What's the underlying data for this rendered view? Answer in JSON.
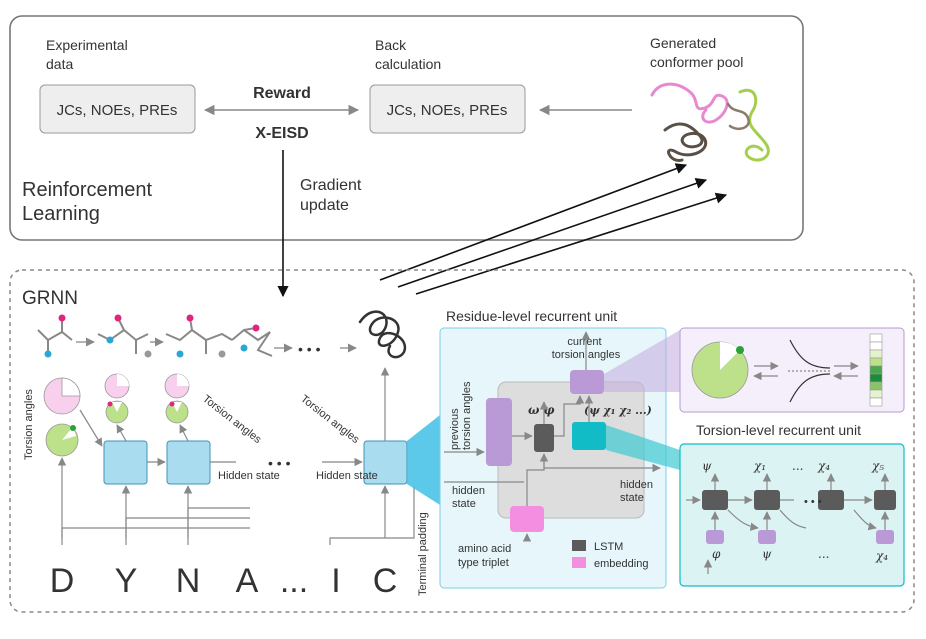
{
  "rl": {
    "title_line1": "Reinforcement",
    "title_line2": "Learning",
    "exp_label_line1": "Experimental",
    "exp_label_line2": "data",
    "back_label_line1": "Back",
    "back_label_line2": "calculation",
    "pool_label_line1": "Generated",
    "pool_label_line2": "conformer pool",
    "exp_box": "JCs, NOEs, PREs",
    "back_box": "JCs, NOEs, PREs",
    "reward": "Reward",
    "xeisd": "X-EISD",
    "gradient_line1": "Gradient",
    "gradient_line2": "update"
  },
  "grnn": {
    "title": "GRNN",
    "torsion_angles": "Torsion angles",
    "hidden_state": "Hidden state",
    "dots": "• • •",
    "terminal_padding": "Terminal padding",
    "sequence": [
      "D",
      "Y",
      "N",
      "A",
      "...",
      "I",
      "C"
    ]
  },
  "residue_unit": {
    "title": "Residue-level recurrent unit",
    "current_line1": "current",
    "current_line2": "torsion angles",
    "previous_line1": "previous",
    "previous_line2": "torsion angles",
    "omega_phi": "ω φ",
    "psi_chi": "(ψ χ₁ χ₂ ...)",
    "hidden_state_left_line1": "hidden",
    "hidden_state_left_line2": "state",
    "hidden_state_right_line1": "hidden",
    "hidden_state_right_line2": "state",
    "amino_line1": "amino acid",
    "amino_line2": "type triplet",
    "legend_lstm": "LSTM",
    "legend_embedding": "embedding"
  },
  "torsion_unit": {
    "title": "Torsion-level recurrent unit",
    "top_labels": [
      "ψ",
      "χ₁",
      "...",
      "χ₄",
      "χ₅"
    ],
    "bottom_labels": [
      "φ",
      "ψ",
      "...",
      "χ₄"
    ],
    "dots": "• • •"
  },
  "colors": {
    "lstm": "#5b5b5b",
    "embedding": "#f48ee0",
    "torsion_cell": "#a9dcef",
    "output_purple": "#b99ad6",
    "residue_bg": "#e6f6fb",
    "torsion_bg": "#dcf3f4",
    "purple_bg": "#f4effa",
    "cyan_cell": "#12bcc6",
    "pink_chain": "#e889cf",
    "green_chain": "#a4cf4c",
    "dark_chain": "#5a4f45"
  }
}
